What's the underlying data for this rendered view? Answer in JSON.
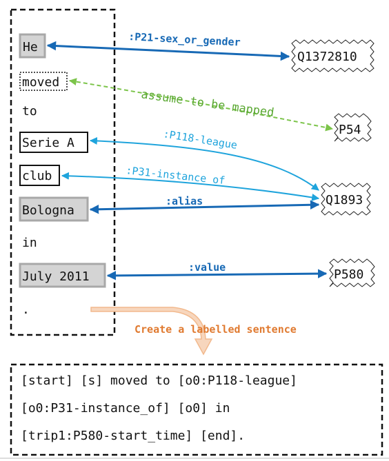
{
  "tokens": [
    "He",
    "moved",
    "to",
    "Serie A",
    "club",
    "Bologna",
    "in",
    "July 2011",
    "."
  ],
  "entities": {
    "q1372810": "Q1372810",
    "p54": "P54",
    "q1893": "Q1893",
    "p580": "P580"
  },
  "relations": {
    "sex_or_gender": ":P21-sex_or_gender",
    "assume": "assume to be mapped",
    "league": ":P118-league",
    "instance_of": ":P31-instance_of",
    "alias": ":alias",
    "value": ":value"
  },
  "caption": "Create a labelled sentence",
  "output_lines": [
    "[start] [s] moved to [o0:P118-league]",
    "[o0:P31-instance_of] [o0] in",
    "[trip1:P580-start_time] [end]."
  ],
  "colors": {
    "dark_blue": "#1769b5",
    "light_blue": "#1fa4dc",
    "green": "#7cc44a",
    "orange": "#e07a30",
    "orange_light": "#f2b98d",
    "gray_fill": "#d4d4d4",
    "gray_stroke": "#a8a8a8"
  }
}
